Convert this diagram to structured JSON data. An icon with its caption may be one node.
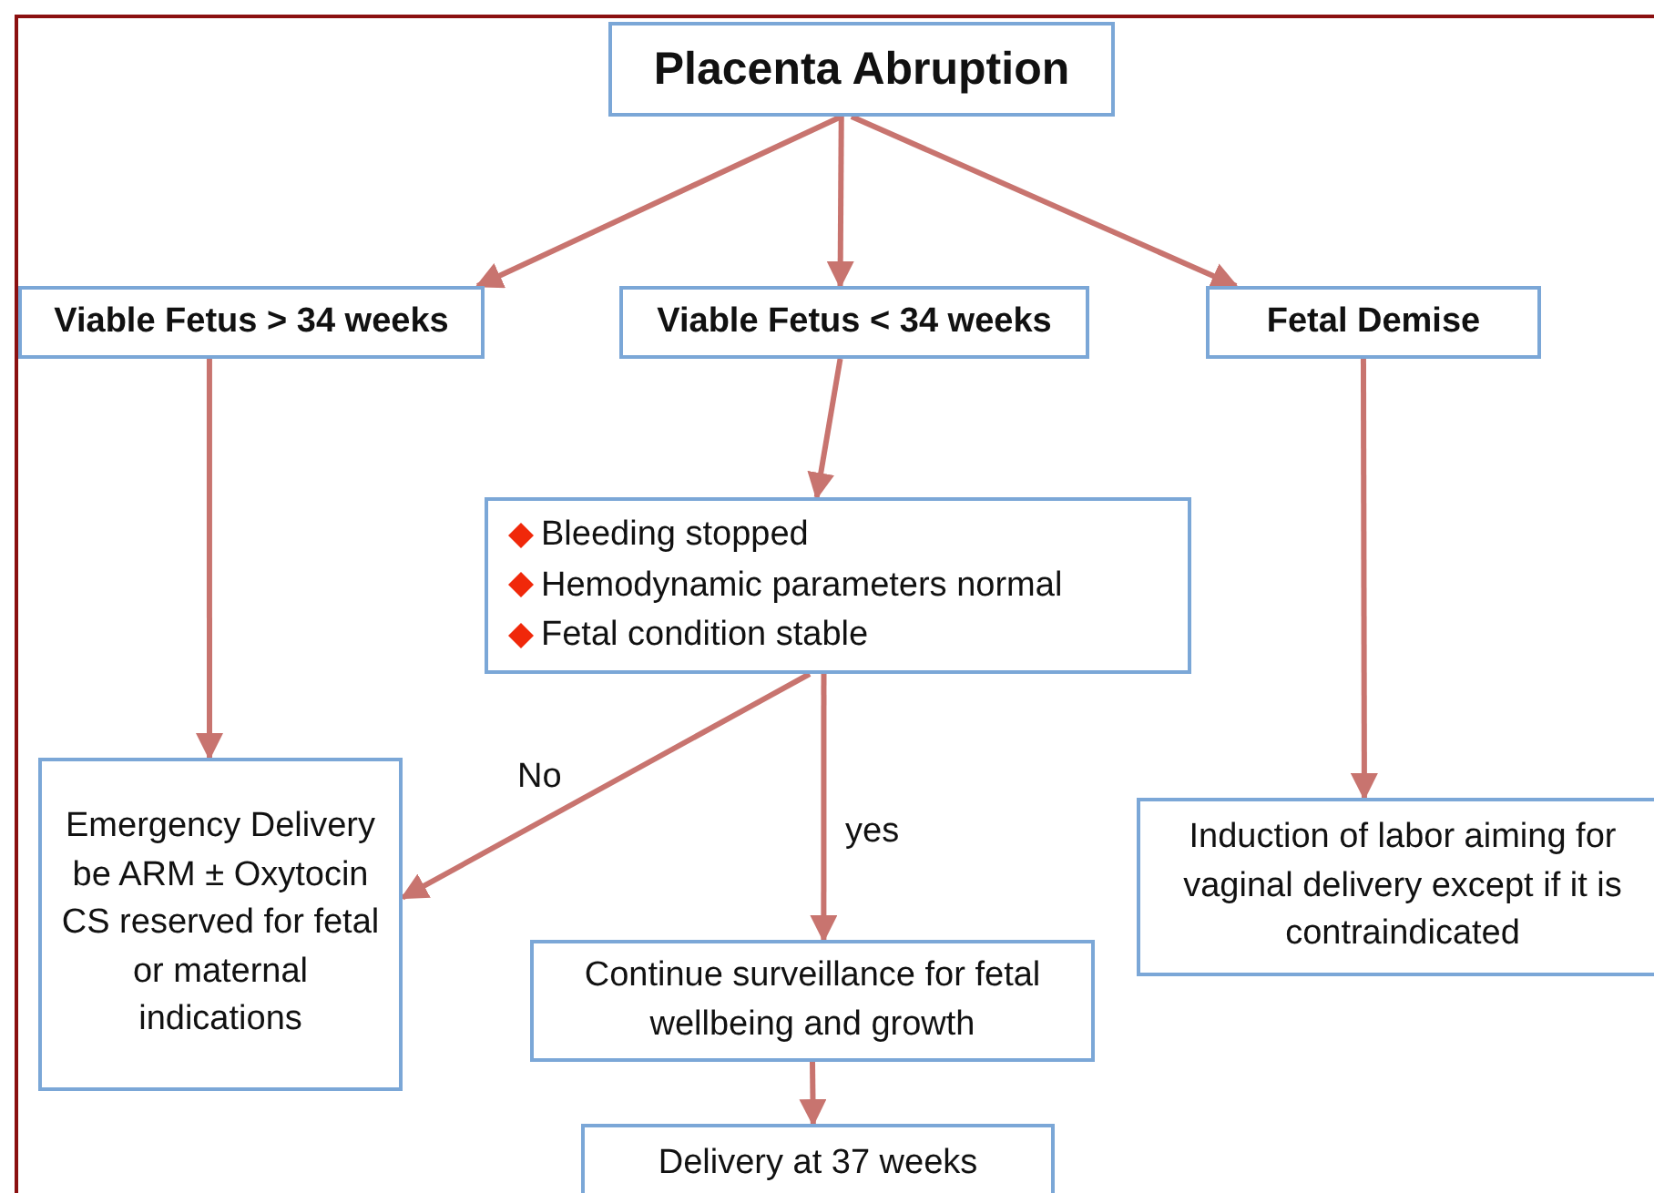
{
  "diagram": {
    "nodes": [
      {
        "text": [
          "Placenta Abruption"
        ]
      },
      {
        "text": [
          "Viable Fetus > 34 weeks"
        ]
      },
      {
        "text": [
          "Viable Fetus < 34 weeks"
        ]
      },
      {
        "text": [
          "Fetal Demise"
        ]
      },
      {
        "text": [
          "Bleeding stopped",
          "Hemodynamic parameters normal",
          "Fetal condition stable"
        ]
      },
      {
        "text": [
          "Emergency Delivery be ARM ± Oxytocin",
          "CS reserved for fetal or maternal indications"
        ]
      },
      {
        "text": [
          "Continue surveillance for fetal wellbeing and growth"
        ]
      },
      {
        "text": [
          "Delivery at 37 weeks"
        ]
      },
      {
        "text": [
          "Induction of labor aiming for vaginal delivery except if it is contraindicated"
        ]
      }
    ],
    "edges": [
      {
        "from": 0,
        "to": 1,
        "arrow": "to"
      },
      {
        "from": 0,
        "to": 2,
        "arrow": "to"
      },
      {
        "from": 0,
        "to": 3,
        "arrow": "to"
      },
      {
        "from": 1,
        "to": 5,
        "arrow": "to"
      },
      {
        "from": 2,
        "to": 4,
        "arrow": "to"
      },
      {
        "from": 3,
        "to": 8,
        "arrow": "to"
      },
      {
        "from": 4,
        "to": 5,
        "arrow": "to",
        "label": "No"
      },
      {
        "from": 4,
        "to": 6,
        "arrow": "to",
        "label": "yes"
      },
      {
        "from": 6,
        "to": 7,
        "arrow": "to"
      }
    ]
  }
}
